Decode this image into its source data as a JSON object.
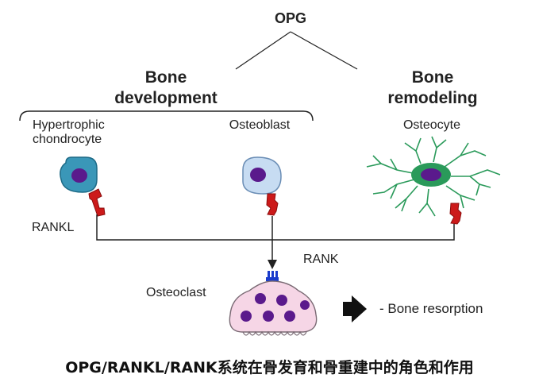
{
  "diagram": {
    "top_label": "OPG",
    "group_development": [
      "Bone",
      "development"
    ],
    "group_remodeling": [
      "Bone",
      "remodeling"
    ],
    "cell_chondrocyte": [
      "Hypertrophic",
      "chondrocyte"
    ],
    "cell_osteoblast": "Osteoblast",
    "cell_osteocyte": "Osteocyte",
    "ligand_label": "RANKL",
    "receptor_label": "RANK",
    "target_cell": "Osteoclast",
    "outcome": "- Bone resorption"
  },
  "caption": "OPG/RANKL/RANK系统在骨发育和骨重建中的角色和作用",
  "colors": {
    "chondrocyte": "#3a97b8",
    "osteoblast": "#c7dcf2",
    "osteocyte": "#2a9a5a",
    "nucleus": "#5a1a8c",
    "rankl": "#cc1a1a",
    "rank": "#1a3ccc",
    "osteoclast": "#f6d6e6"
  }
}
